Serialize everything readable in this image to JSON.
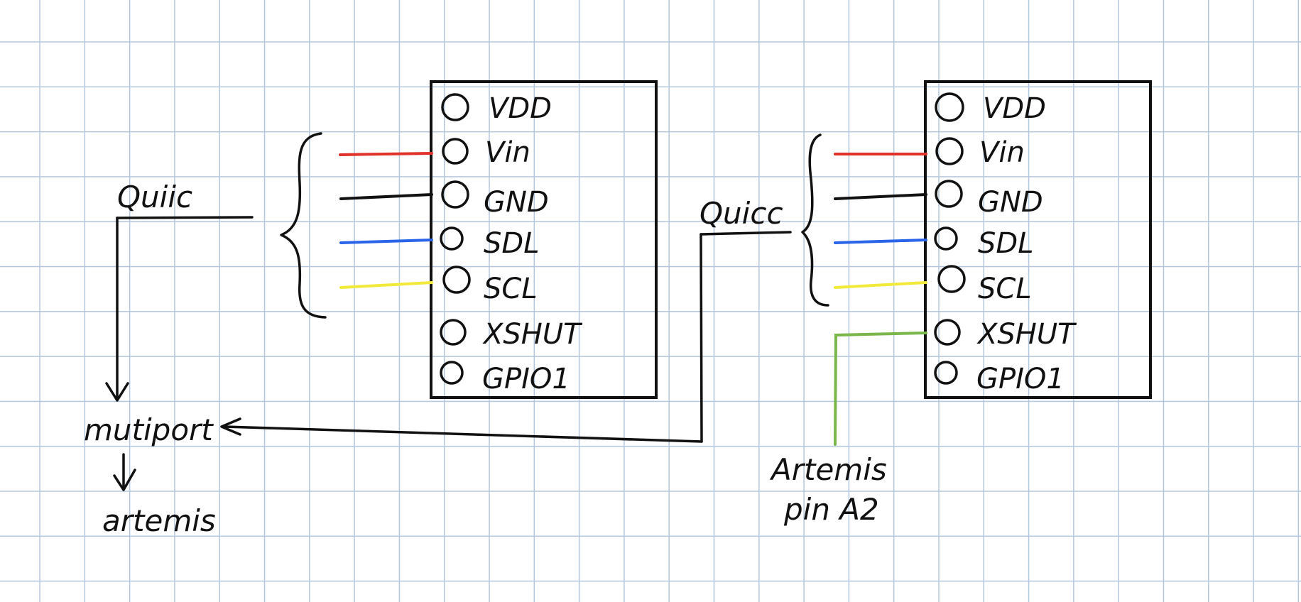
{
  "colors": {
    "ink": "#111111",
    "grid": "#b4c6dc",
    "vin_wire": "#e0322a",
    "gnd_wire": "#111111",
    "sda_wire": "#2a64e8",
    "scl_wire": "#f2ea3a",
    "xshut_wire": "#7ab64a"
  },
  "sensor_left": {
    "pins": [
      "VDD",
      "Vin",
      "GND",
      "SDL",
      "SCL",
      "XSHUT",
      "GPIO1"
    ]
  },
  "sensor_right": {
    "pins": [
      "VDD",
      "Vin",
      "GND",
      "SDL",
      "SCL",
      "XSHUT",
      "GPIO1"
    ]
  },
  "labels": {
    "left_connector": "Quiic",
    "right_connector": "Quicc",
    "multiport": "mutiport",
    "artemis": "artemis",
    "artemis_pin_line1": "Artemis",
    "artemis_pin_line2": "pin A2"
  }
}
